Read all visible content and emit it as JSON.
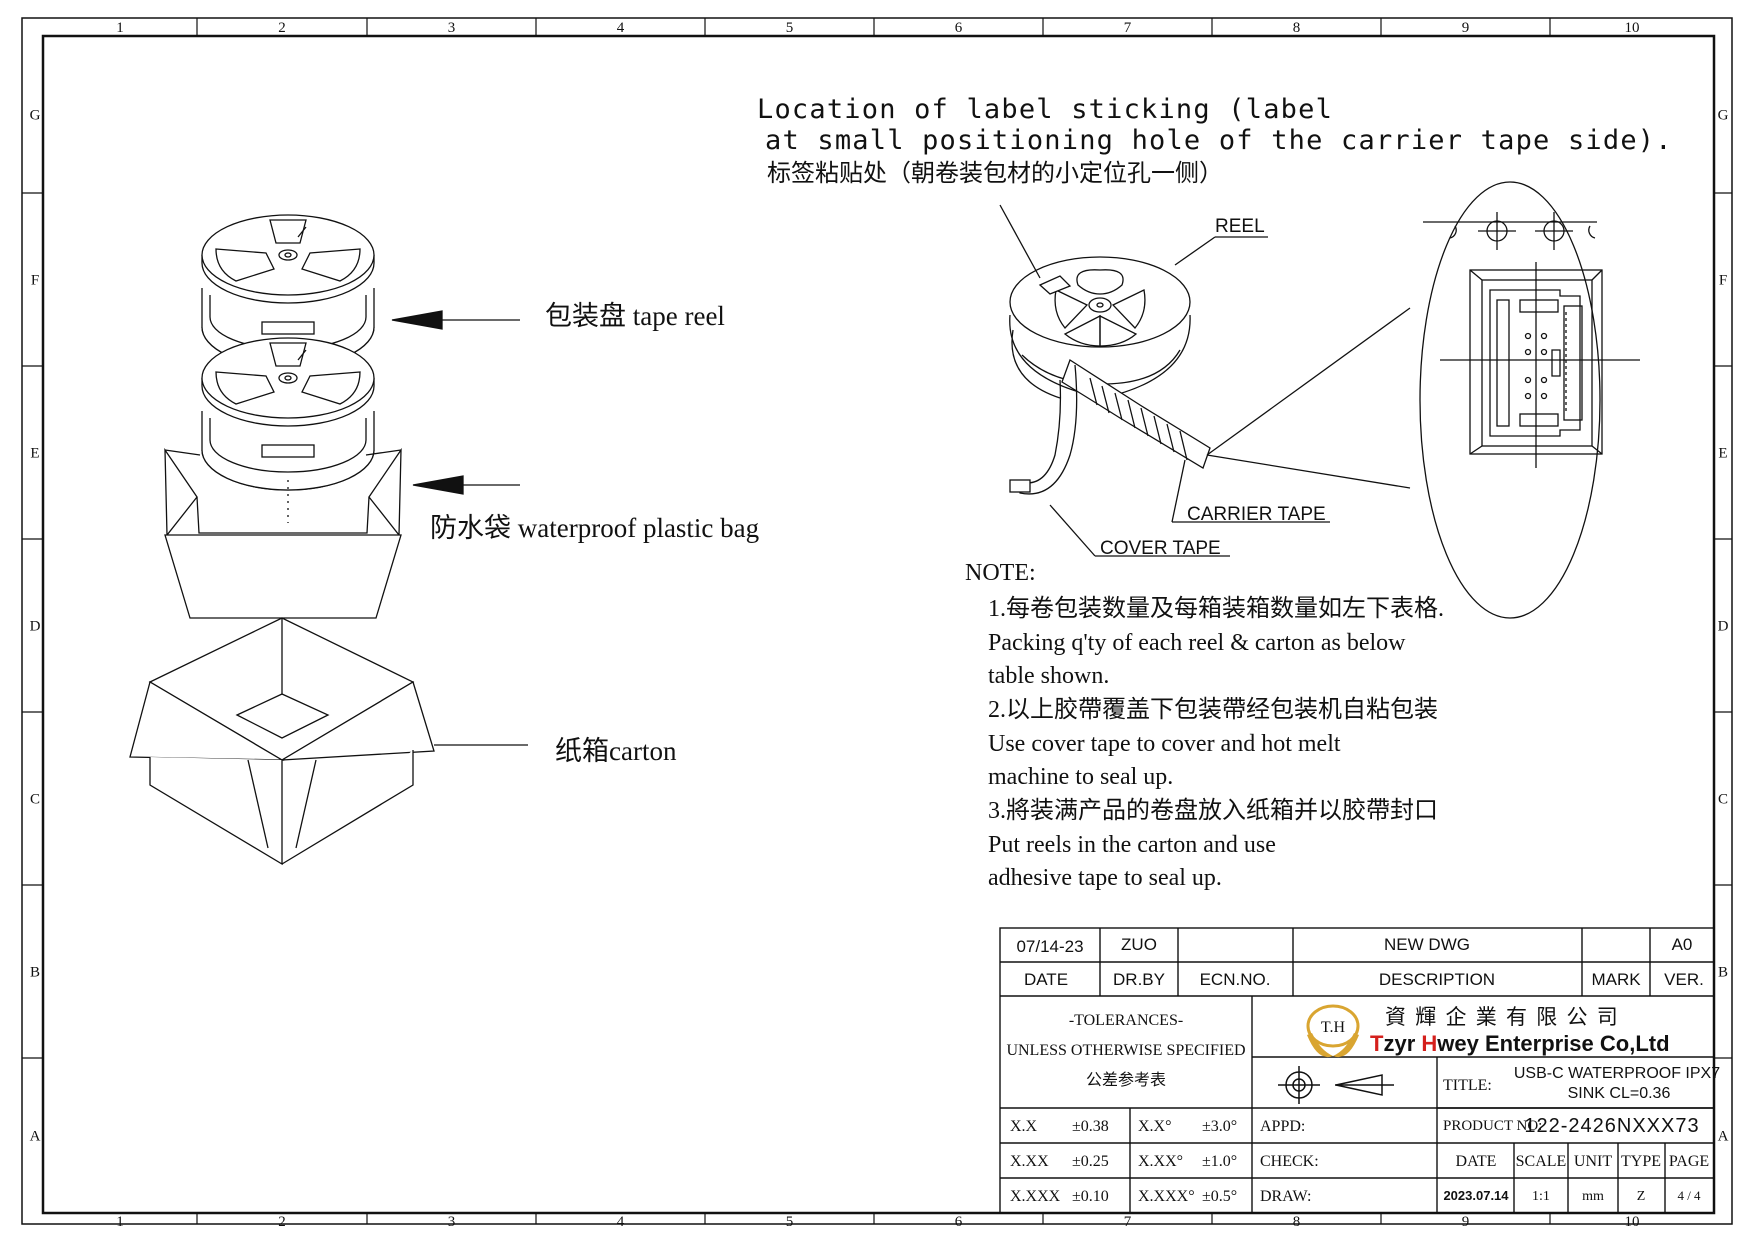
{
  "zone_columns": [
    "1",
    "2",
    "3",
    "4",
    "5",
    "6",
    "7",
    "8",
    "9",
    "10"
  ],
  "zone_rows": [
    "G",
    "F",
    "E",
    "D",
    "C",
    "B",
    "A"
  ],
  "labels": {
    "tape_reel": "包装盘 tape reel",
    "plastic_bag": "防水袋 waterproof plastic bag",
    "carton": "纸箱carton",
    "label_location": [
      "Location of label sticking (label",
      "at small positioning hole of the carrier tape side).",
      "标签粘贴处（朝卷装包材的小定位孔一侧）"
    ],
    "reel": "REEL",
    "carrier_tape": "CARRIER TAPE",
    "cover_tape": "COVER TAPE"
  },
  "note": {
    "heading": "NOTE:",
    "lines": [
      "1.每卷包装数量及每箱装箱数量如左下表格.",
      "Packing q'ty of each reel & carton as below",
      "table shown.",
      "2.以上胶帶覆盖下包装帶经包装机自粘包装",
      "Use cover tape to cover and hot melt",
      "machine to seal up.",
      "3.將装满产品的卷盘放入纸箱并以胶帶封口",
      "Put reels in the carton and use",
      "adhesive tape to seal up."
    ]
  },
  "title_block": {
    "revision": {
      "date": "07/14-23",
      "dr_by": "ZUO",
      "ecn_no": "",
      "description": "NEW DWG",
      "mark": "",
      "ver": "A0"
    },
    "revision_headers": {
      "date": "DATE",
      "dr_by": "DR.BY",
      "ecn_no": "ECN.NO.",
      "description": "DESCRIPTION",
      "mark": "MARK",
      "ver": "VER."
    },
    "tolerances": {
      "line1": "-TOLERANCES-",
      "line2": "UNLESS OTHERWISE SPECIFIED",
      "line3": "公差参考表",
      "rows": [
        {
          "a": "X.X",
          "a_tol": "±0.38",
          "b": "X.X°",
          "b_tol": "±3.0°"
        },
        {
          "a": "X.XX",
          "a_tol": "±0.25",
          "b": "X.XX°",
          "b_tol": "±1.0°"
        },
        {
          "a": "X.XXX",
          "a_tol": "±0.10",
          "b": "X.XXX°",
          "b_tol": "±0.5°"
        }
      ]
    },
    "company": {
      "logo_text": "T.H",
      "chinese_name": "資 輝 企 業 有 限 公 司",
      "english_name_1": "T",
      "english_name_2": "zyr ",
      "english_name_3": "H",
      "english_name_4": "wey Enterprise Co,Ltd",
      "accent_color": "#d4201c",
      "logo_color": "#d9a531"
    },
    "title_label": "TITLE:",
    "title_line1": "USB-C WATERPROOF IPX7",
    "title_line2": "SINK CL=0.36",
    "product_no_label": "PRODUCT NO:",
    "product_no": "122-2426NXXX73",
    "appd_label": "APPD:",
    "check_label": "CHECK:",
    "draw_label": "DRAW:",
    "info_headers": {
      "date": "DATE",
      "scale": "SCALE",
      "unit": "UNIT",
      "type": "TYPE",
      "page": "PAGE"
    },
    "info_values": {
      "date": "2023.07.14",
      "scale": "1:1",
      "unit": "mm",
      "type": "Z",
      "page": "4 / 4"
    }
  }
}
